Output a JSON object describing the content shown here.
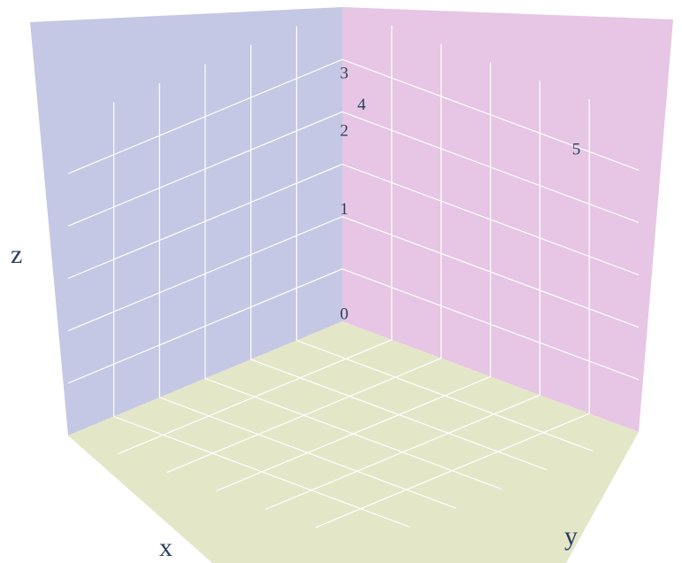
{
  "chart_data": {
    "type": "scatter3d",
    "mode": "text",
    "axes": {
      "x": {
        "title": "x",
        "showticklabels": false
      },
      "y": {
        "title": "y",
        "showticklabels": false
      },
      "z": {
        "title": "z",
        "showticklabels": false
      }
    },
    "points": [
      {
        "text": "0",
        "x": 0.5,
        "y": 0.5,
        "z": 0.4
      },
      {
        "text": "1",
        "x": 0.5,
        "y": 0.5,
        "z": 2.4
      },
      {
        "text": "2",
        "x": 0.5,
        "y": 0.5,
        "z": 3.9
      },
      {
        "text": "3",
        "x": 0.5,
        "y": 0.5,
        "z": 5.0
      },
      {
        "text": "4",
        "x": 1.2,
        "y": 1.5,
        "z": 5.0
      },
      {
        "text": "5",
        "x": 0.5,
        "y": 5.2,
        "z": 5.2
      }
    ],
    "colors": {
      "xz_wall": "#c5c8e4",
      "yz_wall": "#e6c6e4",
      "floor": "#e4e6c8",
      "grid": "#ffffff",
      "text": "#2a3f5f"
    },
    "grid": true
  }
}
